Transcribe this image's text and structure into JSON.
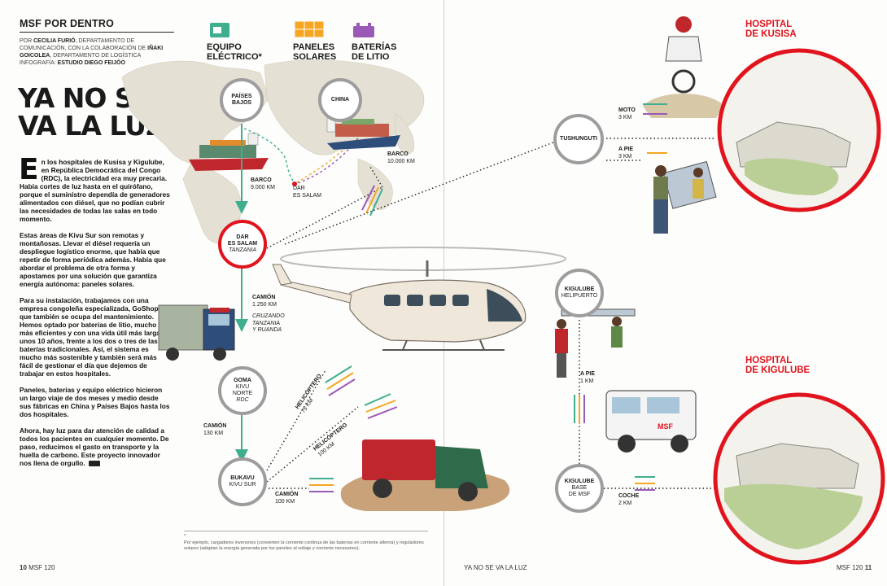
{
  "left_page": {
    "section": "MSF POR DENTRO",
    "credits": {
      "by_prefix": "POR ",
      "author": "CECILIA FURIÓ",
      "author_role": ", DEPARTAMENTO DE COMUNICACIÓN, CON LA COLABORACIÓN DE",
      "collaborator": "IÑAKI GOICOLEA",
      "collaborator_role": ", DEPARTAMENTO DE LOGÍSTICA",
      "infographic_prefix": "INFOGRAFÍA: ",
      "infographic_author": "ESTUDIO DIEGO FEIJÓO"
    },
    "headline_line1": "YA NO SE",
    "headline_line2": "VA LA LUZ",
    "dropcap": "E",
    "paragraphs": [
      "n los hospitales de Kusisa y Kigulube, en República Democrática del Congo (RDC), la electricidad era muy precaria. Había cortes de luz hasta en el quirófano, porque el suministro dependía de generadores alimentados con diésel, que no podían cubrir las necesidades de todas las salas en todo momento.",
      "Estas áreas de Kivu Sur son remotas y montañosas. Llevar el diésel requería un despliegue logístico enorme, que había que repetir de forma periódica además. Había que abordar el problema de otra forma y apostamos por una solución que garantiza energía autónoma: paneles solares.",
      "Para su instalación, trabajamos con una empresa congoleña especializada, GoShop, que también se ocupa del mantenimiento. Hemos optado por baterías de litio, mucho más eficientes y con una vida útil más larga: unos 10 años, frente a los dos o tres de las baterías tradicionales. Así, el sistema es mucho más sostenible y también será más fácil de gestionar el día que dejemos de trabajar en estos hospitales.",
      "Paneles, baterías y equipo eléctrico hicieron un largo viaje de dos meses y medio desde sus fábricas en China y Países Bajos hasta los dos hospitales.",
      "Ahora, hay luz para dar atención de calidad a todos los pacientes en cualquier momento. De paso, reducimos el gasto en transporte y la huella de carbono. Este proyecto innovador nos llena de orgullo."
    ],
    "folio_number": "10",
    "folio_mag": "MSF 120"
  },
  "legend": [
    {
      "label_line1": "EQUIPO",
      "label_line2": "ELÉCTRICO*",
      "icon": "electrical-equipment-icon",
      "color": "#3fae8f"
    },
    {
      "label_line1": "PANELES",
      "label_line2": "SOLARES",
      "icon": "solar-panel-icon",
      "color": "#f5a623"
    },
    {
      "label_line1": "BATERÍAS",
      "label_line2": "DE LITIO",
      "icon": "lithium-battery-icon",
      "color": "#9b59b6"
    }
  ],
  "nodes": {
    "paises_bajos": {
      "name_line1": "PAÍSES",
      "name_line2": "BAJOS"
    },
    "china": {
      "name": "CHINA"
    },
    "dar": {
      "name_line1": "DAR",
      "name_line2": "ES SALAM",
      "country": "TANZANIA"
    },
    "goma": {
      "name": "GOMA",
      "region_line1": "KIVU",
      "region_line2": "NORTE",
      "country": "RDC"
    },
    "bukavu": {
      "name": "BUKAVU",
      "region": "KIVU SUR"
    },
    "tushunguti": {
      "name": "TUSHUNGUTI"
    },
    "kigulube_heli": {
      "name": "KIGULUBE",
      "sub": "HELIPUERTO"
    },
    "kigulube_base": {
      "name": "KIGULUBE",
      "sub_line1": "BASE",
      "sub_line2": "DE MSF"
    }
  },
  "map_label_line1": "DAR",
  "map_label_line2": "ES SALAM",
  "legs": {
    "barco_nl": {
      "mode": "BARCO",
      "km": "9.000 KM"
    },
    "barco_cn": {
      "mode": "BARCO",
      "km": "10.000 KM"
    },
    "camion_dar": {
      "mode": "CAMIÓN",
      "km": "1.250 KM",
      "note_line1": "CRUZANDO",
      "note_line2": "TANZANIA",
      "note_line3": "Y RUANDA"
    },
    "camion_goma": {
      "mode": "CAMIÓN",
      "km": "130 KM"
    },
    "camion_bukavu": {
      "mode": "CAMIÓN",
      "km": "100 KM"
    },
    "heli_75": {
      "mode": "HELICÓPTERO",
      "km": "75 KM"
    },
    "heli_100": {
      "mode": "HELICÓPTERO",
      "km": "100 KM"
    },
    "moto": {
      "mode": "MOTO",
      "km": "3 KM"
    },
    "a_pie_kusisa": {
      "mode": "A PIE",
      "km": "3 KM"
    },
    "a_pie_kigulube": {
      "mode": "A PIE",
      "km": "1 KM"
    },
    "coche": {
      "mode": "COCHE",
      "km": "2 KM"
    }
  },
  "hospitals": {
    "kusisa_line1": "HOSPITAL",
    "kusisa_line2": "DE KUSISA",
    "kigulube_line1": "HOSPITAL",
    "kigulube_line2": "DE KIGULUBE"
  },
  "footnote_mark": "*",
  "footnote": "Por ejemplo, cargadores inversores (convierten la corriente continua de las baterías en corriente alterna) y reguladores solares (adaptan la energía generada por los paneles al voltaje y corriente necesarios).",
  "right_page": {
    "running_title": "YA NO SE VA LA LUZ",
    "folio_mag": "MSF 120",
    "folio_number": "11"
  },
  "colors": {
    "electrical": "#3fae8f",
    "solar": "#f5a623",
    "battery": "#9b59b6",
    "hospital_red": "#e1141e",
    "node_grey": "#9d9d9d"
  }
}
